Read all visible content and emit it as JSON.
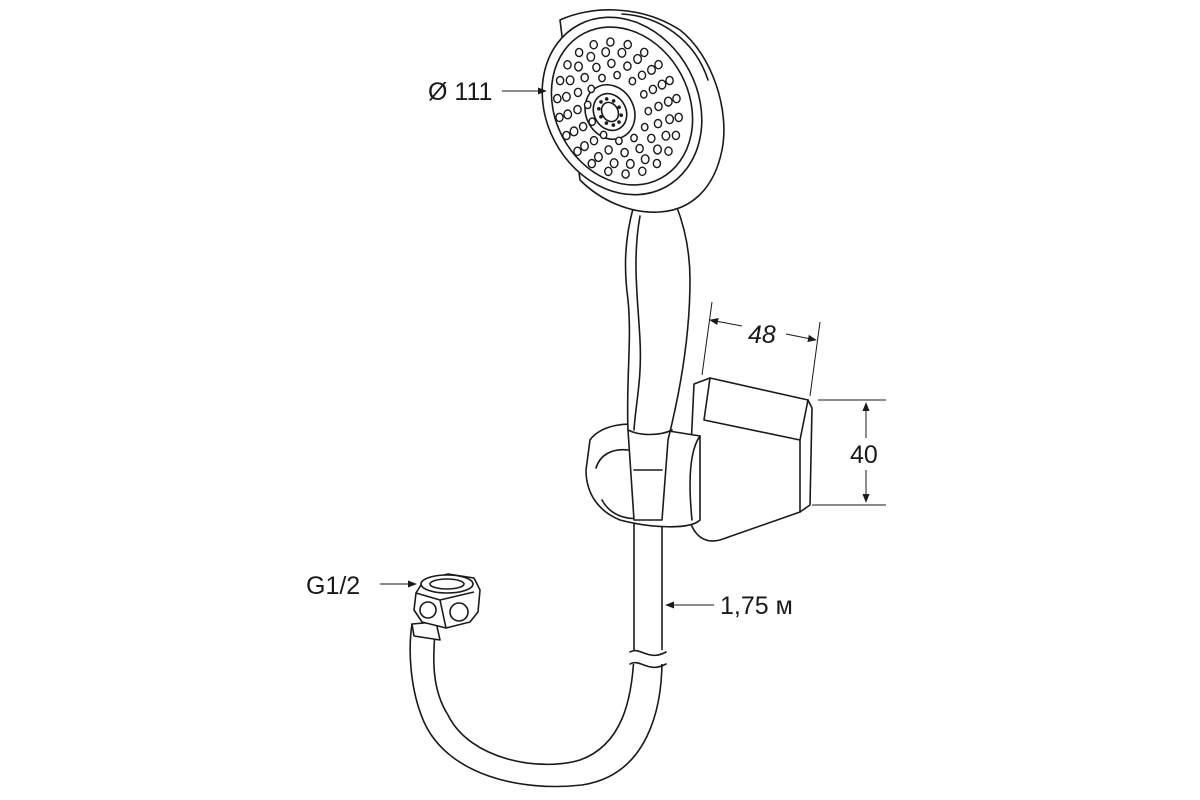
{
  "dimensions": {
    "head_diameter": "Ø 111",
    "holder_width": "48",
    "holder_height": "40",
    "hose_length": "1,75 м",
    "thread_size": "G1/2"
  },
  "colors": {
    "line": "#1a1a1a",
    "background": "#ffffff"
  }
}
